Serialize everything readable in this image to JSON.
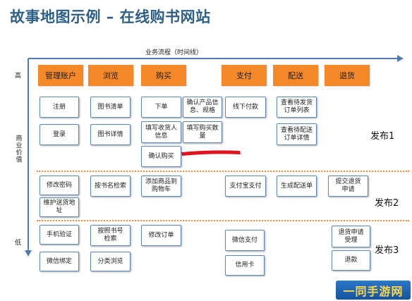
{
  "title": "故事地图示例 – 在线购书网站",
  "axis": {
    "process_label": "业务流程（时间线）",
    "value_label": "商业价值",
    "high": "高",
    "low": "低"
  },
  "headers": [
    "管理账户",
    "浏览",
    "购买",
    "支付",
    "配送",
    "退货"
  ],
  "cards": {
    "register": "注册",
    "login": "登录",
    "book_list": "图书清单",
    "book_detail": "图书详情",
    "place_order": "下单",
    "fill_receiver": "填写收货人\n信息",
    "confirm_purchase": "确认购买",
    "confirm_product": "确认产品信\n息、规格",
    "fill_quantity": "填写购买数\n量",
    "offline_pay": "线下付款",
    "pending_list": "查看待发货\n订单列表",
    "pending_detail": "查看待配送\n订单详情",
    "change_password": "修改密码",
    "maintain_address": "维护送货地\n址",
    "search_by_title": "按书名检索",
    "add_to_cart": "添加商品到\n购物车",
    "alipay": "支付宝支付",
    "generate_delivery": "生成配送单",
    "submit_return": "提交退货\n申请",
    "phone_verify": "手机验证",
    "wechat_bind": "微信绑定",
    "search_by_isbn": "按照书号\n检索",
    "category_browse": "分类浏览",
    "edit_order": "修改订单",
    "wechat_pay": "微信支付",
    "credit_card": "信用卡",
    "return_review": "退货申请\n受理",
    "refund": "退款"
  },
  "releases": [
    "发布1",
    "发布2",
    "发布3"
  ],
  "watermark": "一同手游网",
  "colors": {
    "title": "#2e5f87",
    "header": "#f5892a",
    "card_border": "#5d87b6",
    "axis": "#4f7db0",
    "release_divider": "#f08a3c",
    "highlight_mark": "#e0141f"
  }
}
